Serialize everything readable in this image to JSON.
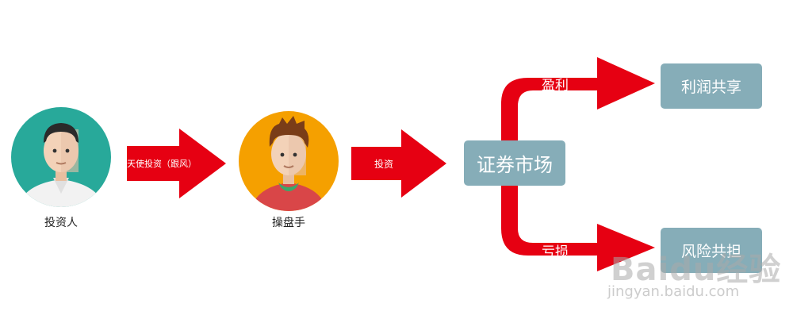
{
  "nodes": {
    "investor": {
      "label": "投资人",
      "bg_color": "#28a99a"
    },
    "trader": {
      "label": "操盘手",
      "bg_color": "#f5a000"
    },
    "market": {
      "label": "证券市场",
      "color": "#86adb8"
    },
    "profit_share": {
      "label": "利润共享",
      "color": "#86adb8"
    },
    "risk_share": {
      "label": "风险共担",
      "color": "#86adb8"
    }
  },
  "arrows": {
    "investor_to_trader": {
      "label": "天使投资（跟风）"
    },
    "trader_to_market": {
      "label": "投资"
    },
    "market_to_profit": {
      "label": "盈利"
    },
    "market_to_loss": {
      "label": "亏损"
    },
    "color": "#e60012"
  },
  "watermark": {
    "logo": "Baidu经验",
    "url": "jingyan.baidu.com"
  }
}
